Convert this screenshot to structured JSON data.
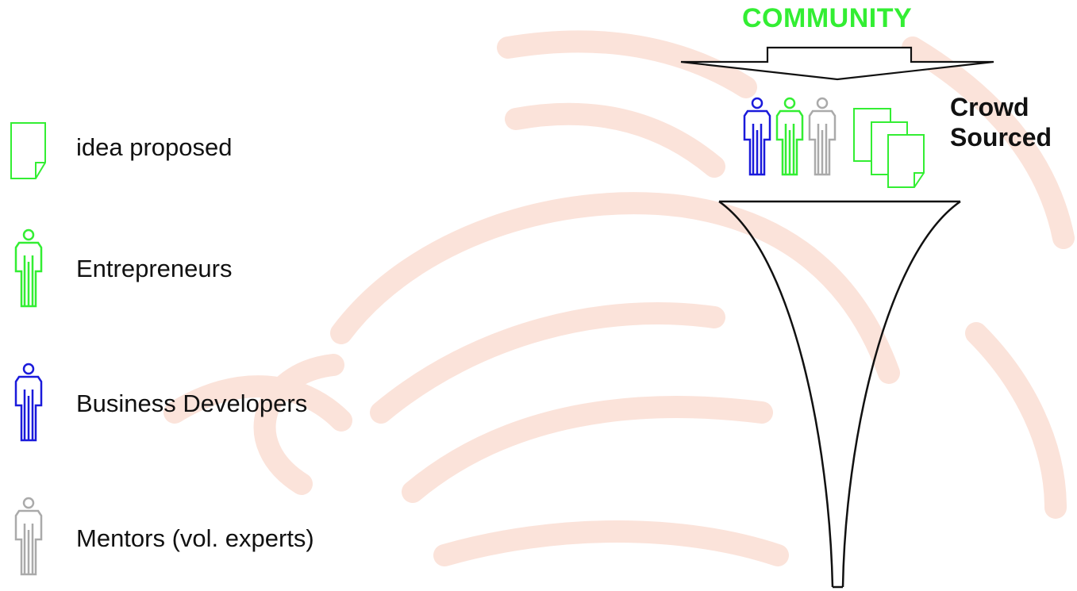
{
  "legend": {
    "items": [
      {
        "label": "idea proposed",
        "icon": "document-icon",
        "color": "#33ee33"
      },
      {
        "label": "Entrepreneurs",
        "icon": "person-icon",
        "color": "#33ee33"
      },
      {
        "label": "Business Developers",
        "icon": "person-icon",
        "color": "#1a1adb"
      },
      {
        "label": "Mentors (vol. experts)",
        "icon": "person-icon",
        "color": "#aaaaaa"
      }
    ]
  },
  "funnel": {
    "top_label": "COMMUNITY",
    "side_label_line1": "Crowd",
    "side_label_line2": "Sourced"
  },
  "colors": {
    "green": "#33ee33",
    "blue": "#1a1adb",
    "gray": "#aaaaaa",
    "watermark": "#fbe3da",
    "outline": "#111111"
  }
}
